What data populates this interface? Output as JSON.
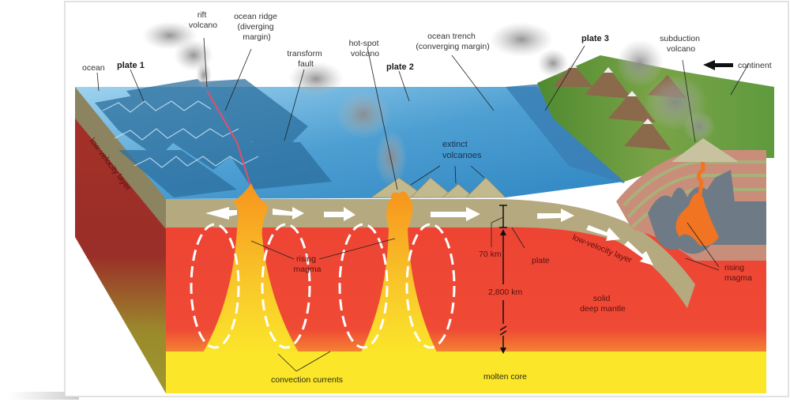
{
  "title": "Plate tectonics cross-section",
  "labels": {
    "ocean": "ocean",
    "plate1": "plate 1",
    "rift_volcano": [
      "rift",
      "volcano"
    ],
    "ocean_ridge": [
      "ocean ridge",
      "(diverging",
      "margin)"
    ],
    "transform_fault": [
      "transform",
      "fault"
    ],
    "hotspot_volcano": [
      "hot-spot",
      "volcano"
    ],
    "plate2": "plate 2",
    "ocean_trench": [
      "ocean trench",
      "(converging margin)"
    ],
    "plate3": "plate 3",
    "subduction_volcano": [
      "subduction",
      "volcano"
    ],
    "continent": "continent",
    "low_velocity_left": "low-velocity layer",
    "low_velocity_right": "low-velocity layer",
    "extinct_volcanoes": [
      "extinct",
      "volcanoes"
    ],
    "rising_magma_center": [
      "rising",
      "magma"
    ],
    "rising_magma_right": [
      "rising",
      "magma"
    ],
    "depth_70": "70 km",
    "depth_2800": "2,800 km",
    "plate": "plate",
    "solid_mantle": [
      "solid",
      "deep mantle"
    ],
    "convection_currents": "convection currents",
    "molten_core": "molten core"
  },
  "colors": {
    "ocean": "#3f8fc4",
    "ocean_light": "#8fc6e6",
    "plate": "#b5a97f",
    "plate_side": "#8c8460",
    "mantle": "#ef4a35",
    "mantle_side": "#a2302a",
    "core": "#f9e52a",
    "magma": "#f7941d",
    "land": "#6a9a3a"
  }
}
